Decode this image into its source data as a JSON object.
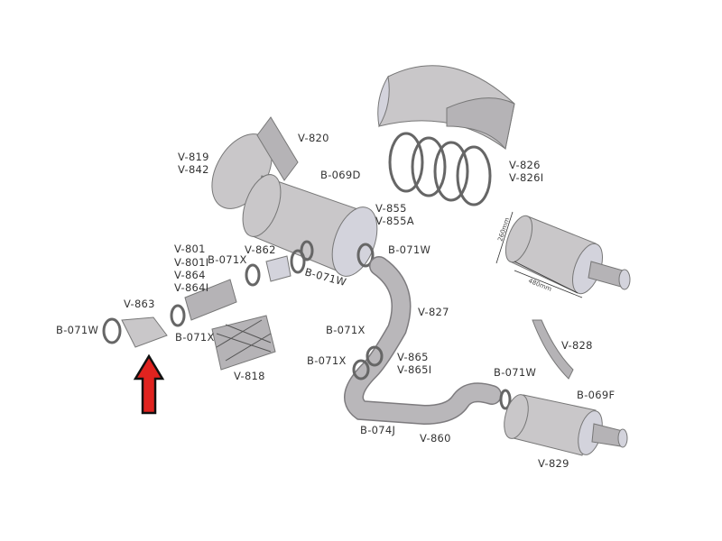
{
  "diagram": {
    "labels": {
      "v820": "V-820",
      "v819": "V-819",
      "v842": "V-842",
      "b069d": "B-069D",
      "v826": "V-826",
      "v826i": "V-826I",
      "v855": "V-855",
      "v855a": "V-855A",
      "v801": "V-801",
      "v801i": "V-801I",
      "v864": "V-864",
      "v864i": "V-864I",
      "b071x_a": "B-071X",
      "v862": "V-862",
      "b071w_a": "B-071W",
      "b071w_b": "B-071W",
      "v863": "V-863",
      "b071w_c": "B-071W",
      "b071x_b": "B-071X",
      "v818": "V-818",
      "v827": "V-827",
      "b071x_c": "B-071X",
      "b071x_d": "B-071X",
      "v865": "V-865",
      "v865i": "V-865I",
      "v828": "V-828",
      "b071w_d": "B-071W",
      "b069f": "B-069F",
      "b074j": "B-074J",
      "v860": "V-860",
      "v829": "V-829"
    },
    "dimensions": {
      "height": "260mm",
      "length": "480mm"
    },
    "arrow_color": "#e0231f"
  }
}
